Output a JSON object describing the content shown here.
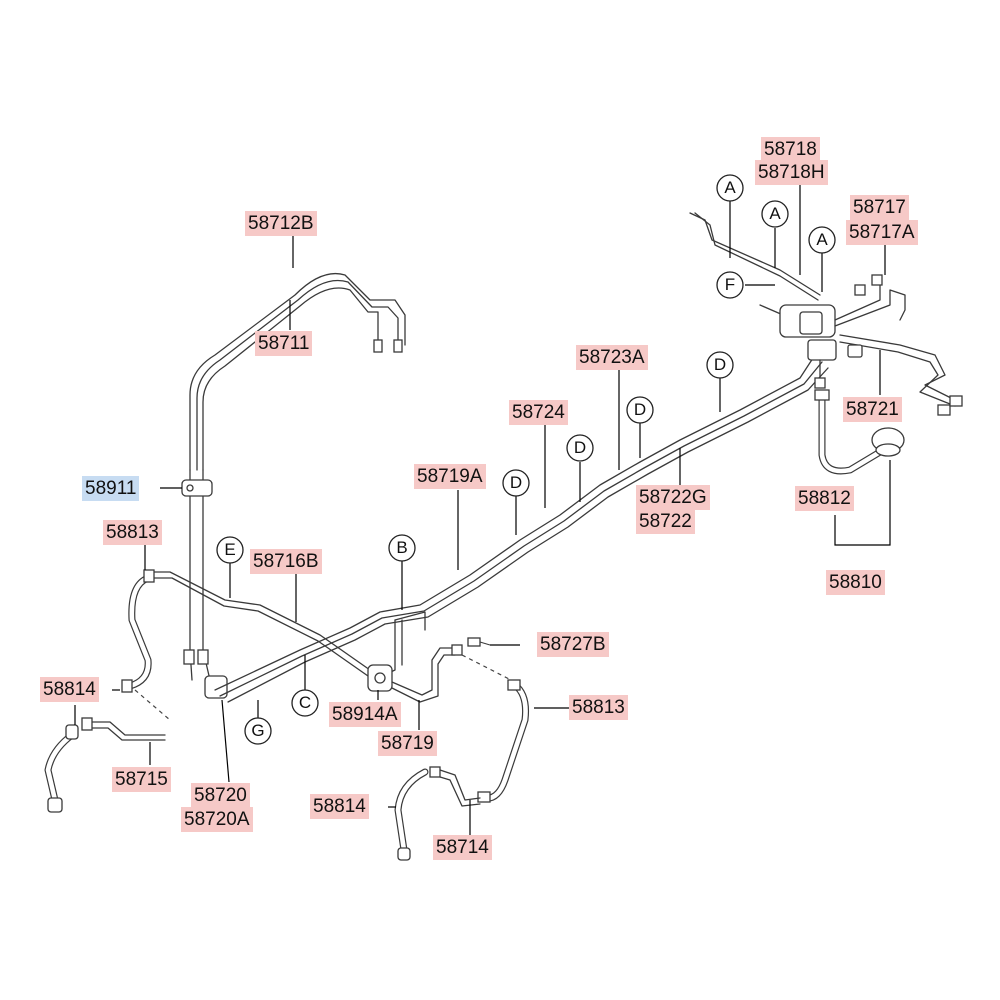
{
  "part_labels": [
    {
      "id": "58718",
      "text": "58718"
    },
    {
      "id": "58718H",
      "text": "58718H"
    },
    {
      "id": "58717",
      "text": "58717"
    },
    {
      "id": "58717A",
      "text": "58717A"
    },
    {
      "id": "58712B",
      "text": "58712B"
    },
    {
      "id": "58711",
      "text": "58711"
    },
    {
      "id": "58723A",
      "text": "58723A"
    },
    {
      "id": "58724",
      "text": "58724"
    },
    {
      "id": "58721",
      "text": "58721"
    },
    {
      "id": "58719A",
      "text": "58719A"
    },
    {
      "id": "58911",
      "text": "58911",
      "highlight": "blue"
    },
    {
      "id": "58722G",
      "text": "58722G"
    },
    {
      "id": "58722",
      "text": "58722"
    },
    {
      "id": "58812",
      "text": "58812"
    },
    {
      "id": "58813-left",
      "text": "58813"
    },
    {
      "id": "58716B",
      "text": "58716B"
    },
    {
      "id": "58810",
      "text": "58810"
    },
    {
      "id": "58727B",
      "text": "58727B"
    },
    {
      "id": "58814-left",
      "text": "58814"
    },
    {
      "id": "58813-right",
      "text": "58813"
    },
    {
      "id": "58914A",
      "text": "58914A"
    },
    {
      "id": "58719",
      "text": "58719"
    },
    {
      "id": "58715",
      "text": "58715"
    },
    {
      "id": "58720",
      "text": "58720"
    },
    {
      "id": "58720A",
      "text": "58720A"
    },
    {
      "id": "58814-right",
      "text": "58814"
    },
    {
      "id": "58714",
      "text": "58714"
    }
  ],
  "reference_markers": [
    "A",
    "A",
    "A",
    "F",
    "D",
    "D",
    "D",
    "D",
    "E",
    "B",
    "C",
    "G"
  ],
  "colors": {
    "label_fill": "#f6c9c7",
    "highlight_fill": "#c7dcf2",
    "line": "#3a3a3a"
  }
}
